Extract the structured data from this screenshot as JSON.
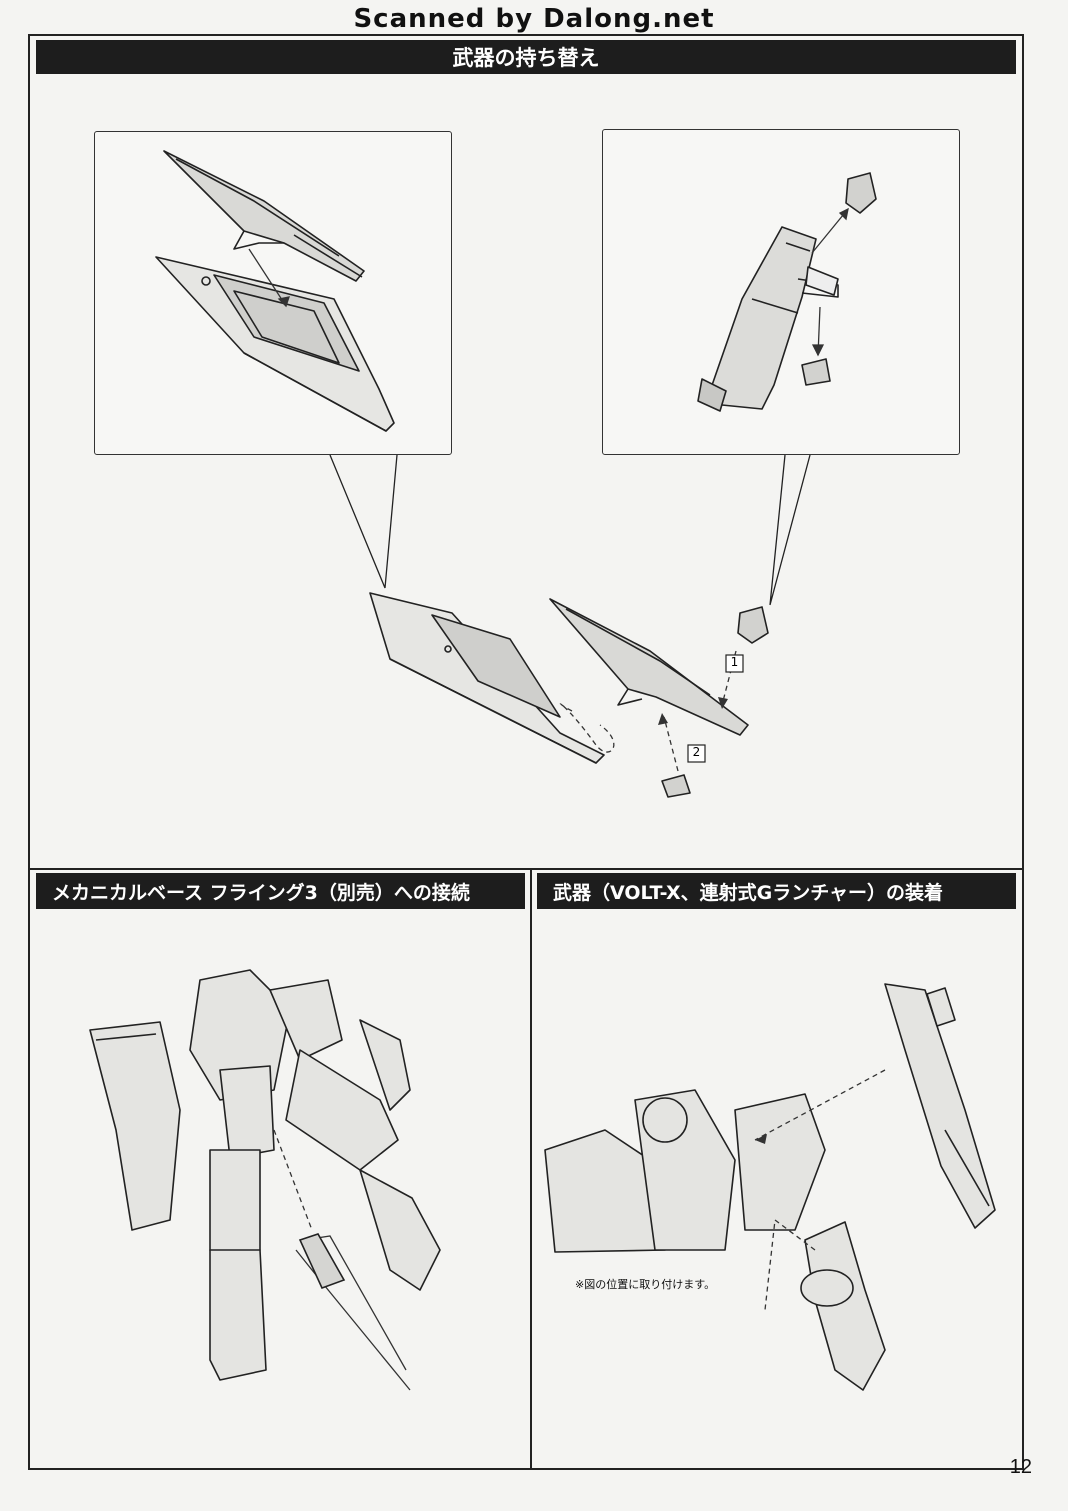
{
  "watermark": "Scanned by Dalong.net",
  "sections": {
    "top": {
      "title": "武器の持ち替え"
    },
    "bottom_left": {
      "title": "メカニカルベース フライング3（別売）への接続"
    },
    "bottom_right": {
      "title": "武器（VOLT-X、連射式Gランチャー）の装着"
    }
  },
  "steps": [
    "1",
    "2"
  ],
  "note": "※図の位置に取り付けます。",
  "page_number": "12"
}
